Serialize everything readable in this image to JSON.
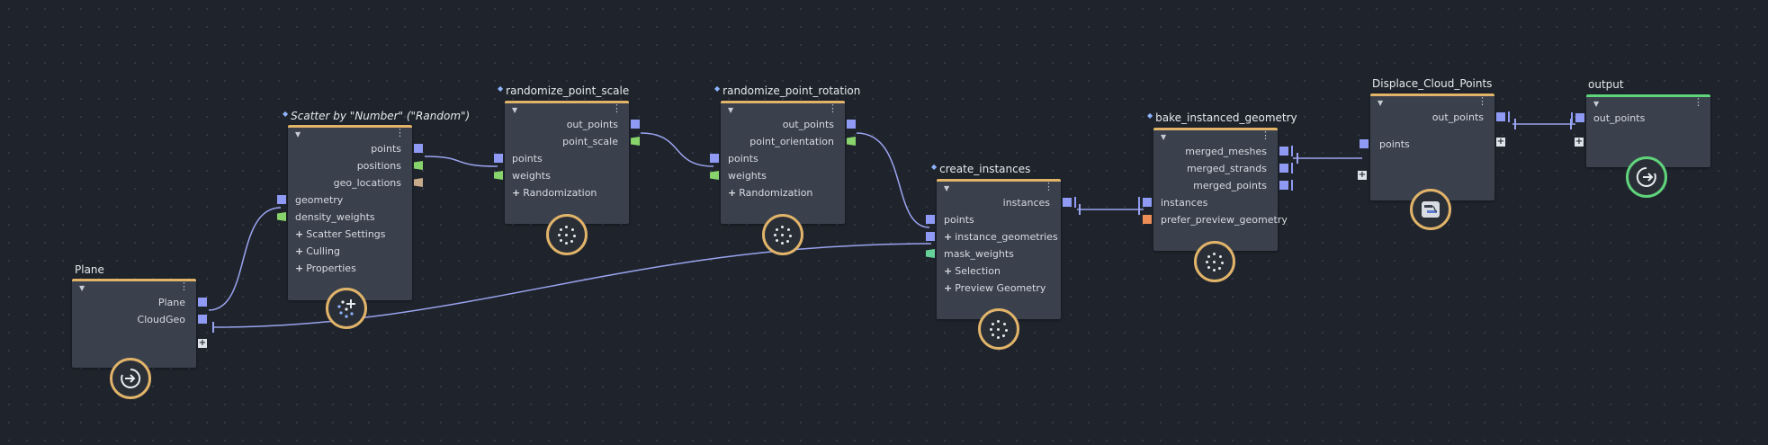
{
  "nodes": {
    "plane": {
      "title": "Plane",
      "outputs": [
        "Plane",
        "CloudGeo"
      ]
    },
    "scatter": {
      "title": "Scatter by \"Number\" (\"Random\")",
      "outputs": [
        "points",
        "positions",
        "geo_locations"
      ],
      "inputs": [
        "geometry",
        "density_weights"
      ],
      "groups": [
        "Scatter Settings",
        "Culling",
        "Properties"
      ]
    },
    "rand_scale": {
      "title": "randomize_point_scale",
      "outputs": [
        "out_points",
        "point_scale"
      ],
      "inputs": [
        "points",
        "weights"
      ],
      "groups": [
        "Randomization"
      ]
    },
    "rand_rot": {
      "title": "randomize_point_rotation",
      "outputs": [
        "out_points",
        "point_orientation"
      ],
      "inputs": [
        "points",
        "weights"
      ],
      "groups": [
        "Randomization"
      ]
    },
    "create_instances": {
      "title": "create_instances",
      "outputs": [
        "instances"
      ],
      "inputs": [
        "points",
        "instance_geometries",
        "mask_weights"
      ],
      "groups": [
        "Selection",
        "Preview Geometry"
      ],
      "group_index_instance_geometries": "instance_geometries"
    },
    "bake": {
      "title": "bake_instanced_geometry",
      "outputs": [
        "merged_meshes",
        "merged_strands",
        "merged_points"
      ],
      "inputs": [
        "instances",
        "prefer_preview_geometry"
      ]
    },
    "displace": {
      "title": "Displace_Cloud_Points",
      "outputs": [
        "out_points"
      ],
      "inputs": [
        "points"
      ]
    },
    "output": {
      "title": "output",
      "inputs": [
        "out_points"
      ]
    }
  },
  "symbols": {
    "expand": "▼",
    "menu": "⋮",
    "plus": "+",
    "add": "+",
    "pin": "◆"
  },
  "colors": {
    "background": "#1f242c",
    "node_body": "#3a414d",
    "node_accent": "#e2b46a",
    "output_accent": "#5fd47b",
    "wire": "#9aa4f0",
    "port_blue": "#8e9af3",
    "port_green": "#88d46c",
    "port_tan": "#c8ab8a",
    "port_orange": "#ef8d56"
  },
  "icons": [
    "expand-triangle-icon",
    "menu-dots-icon",
    "arrow-right-icon",
    "scatter-dots-icon",
    "scatter-plus-icon",
    "displace-graph-icon",
    "output-arrow-icon",
    "pin-icon"
  ]
}
